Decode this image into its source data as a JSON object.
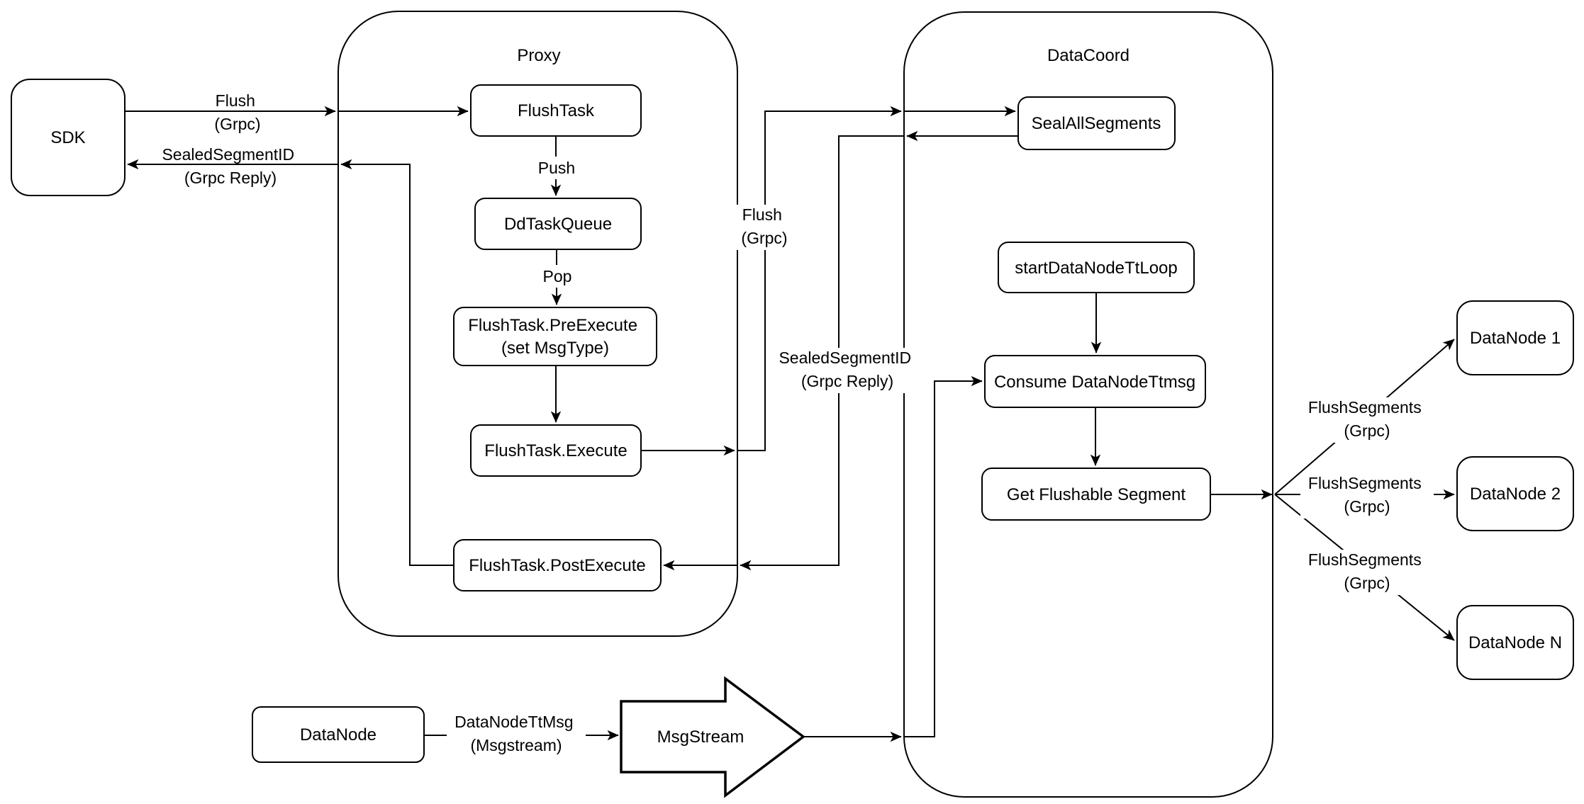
{
  "nodes": {
    "sdk": {
      "label": "SDK"
    },
    "proxy": {
      "label": "Proxy"
    },
    "flush_task": {
      "label": "FlushTask"
    },
    "dd_task_queue": {
      "label": "DdTaskQueue"
    },
    "flush_task_pre_execute": {
      "label": "FlushTask.PreExecute",
      "sublabel": "(set MsgType)"
    },
    "flush_task_execute": {
      "label": "FlushTask.Execute"
    },
    "flush_task_post_execute": {
      "label": "FlushTask.PostExecute"
    },
    "data_coord": {
      "label": "DataCoord"
    },
    "seal_all_segments": {
      "label": "SealAllSegments"
    },
    "start_data_node_tt_loop": {
      "label": "startDataNodeTtLoop"
    },
    "consume_data_node_ttmsg": {
      "label": "Consume DataNodeTtmsg"
    },
    "get_flushable_segment": {
      "label": "Get Flushable Segment"
    },
    "data_node_1": {
      "label": "DataNode 1"
    },
    "data_node_2": {
      "label": "DataNode 2"
    },
    "data_node_n": {
      "label": "DataNode N"
    },
    "data_node": {
      "label": "DataNode"
    },
    "msg_stream": {
      "label": "MsgStream"
    }
  },
  "edges": {
    "flush_grpc": {
      "line1": "Flush",
      "line2": "(Grpc)"
    },
    "sealed_segment_id_reply": {
      "line1": "SealedSegmentID",
      "line2": "(Grpc Reply)"
    },
    "push": {
      "label": "Push"
    },
    "pop": {
      "label": "Pop"
    },
    "flush_segments_grpc": {
      "line1": "FlushSegments",
      "line2": "(Grpc)"
    },
    "data_node_tt_msg": {
      "line1": "DataNodeTtMsg",
      "line2": "(Msgstream)"
    }
  },
  "colors": {
    "stroke": "#000000",
    "fill": "#ffffff",
    "background": "#ffffff"
  }
}
